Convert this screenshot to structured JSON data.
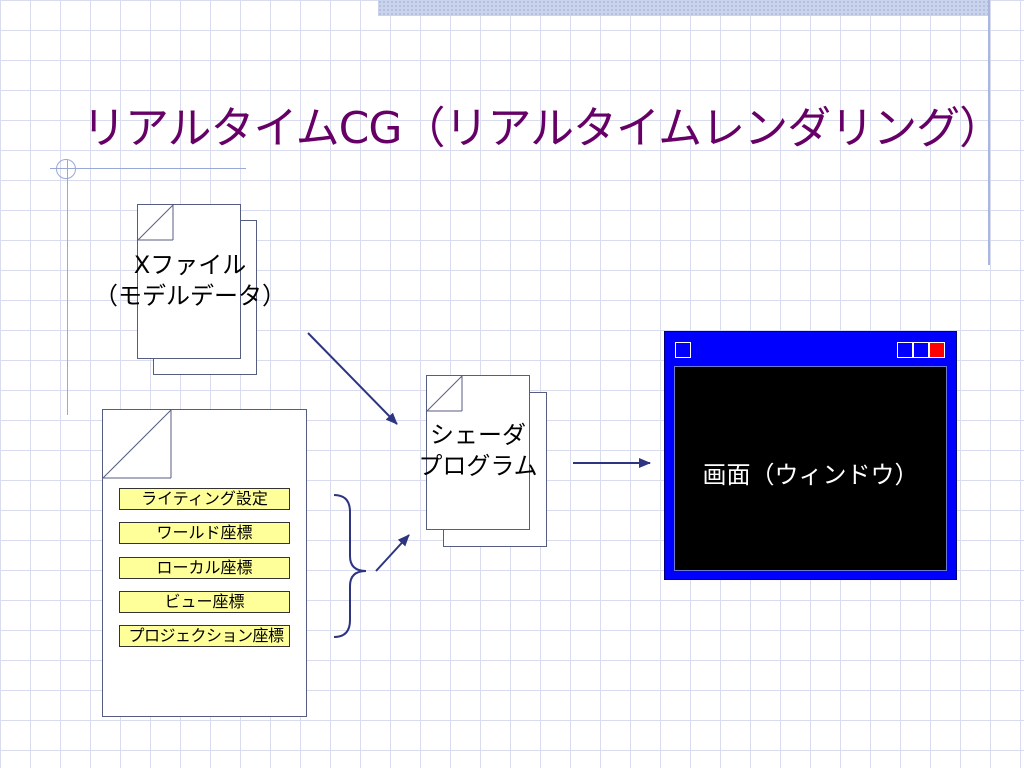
{
  "slide": {
    "title": "リアルタイムCG（リアルタイムレンダリング）"
  },
  "xfile": {
    "line1": "Xファイル",
    "line2": "（モデルデータ）"
  },
  "shader": {
    "line1": "シェーダ",
    "line2": "プログラム"
  },
  "settings": {
    "items": [
      "ライティング設定",
      "ワールド座標",
      "ローカル座標",
      "ビュー座標",
      "プロジェクション座標"
    ]
  },
  "window": {
    "screen_label": "画面（ウィンドウ）"
  },
  "colors": {
    "title": "#660066",
    "window_frame": "#0000ff",
    "window_close": "#ff0000",
    "item_fill": "#ffff99",
    "arrow": "#2d3580"
  }
}
